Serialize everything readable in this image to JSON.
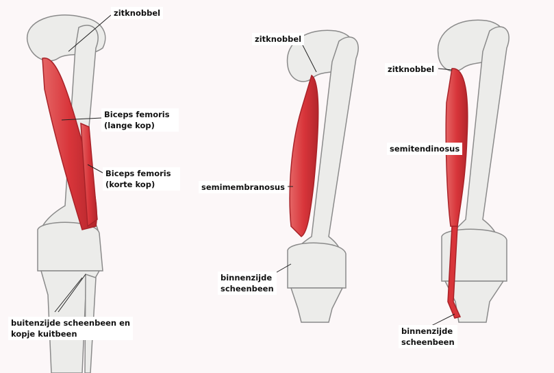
{
  "labels": {
    "fig1_zitknobbel": "zitknobbel",
    "fig1_biceps_long_1": "Biceps femoris",
    "fig1_biceps_long_2": "(lange kop)",
    "fig1_biceps_short_1": "Biceps femoris",
    "fig1_biceps_short_2": "(korte kop)",
    "fig1_insertion_1": "buitenzijde scheenbeen en",
    "fig1_insertion_2": "kopje kuitbeen",
    "fig2_zitknobbel": "zitknobbel",
    "fig2_muscle": "semimembranosus",
    "fig2_insertion_1": "binnenzijde",
    "fig2_insertion_2": "scheenbeen",
    "fig3_zitknobbel": "zitknobbel",
    "fig3_muscle": "semitendinosus",
    "fig3_insertion_1": "binnenzijde",
    "fig3_insertion_2": "scheenbeen"
  },
  "colors": {
    "bone": "#ececea",
    "bone_stroke": "#8a8a8a",
    "muscle": "#d8353a",
    "muscle_dark": "#a82228"
  }
}
